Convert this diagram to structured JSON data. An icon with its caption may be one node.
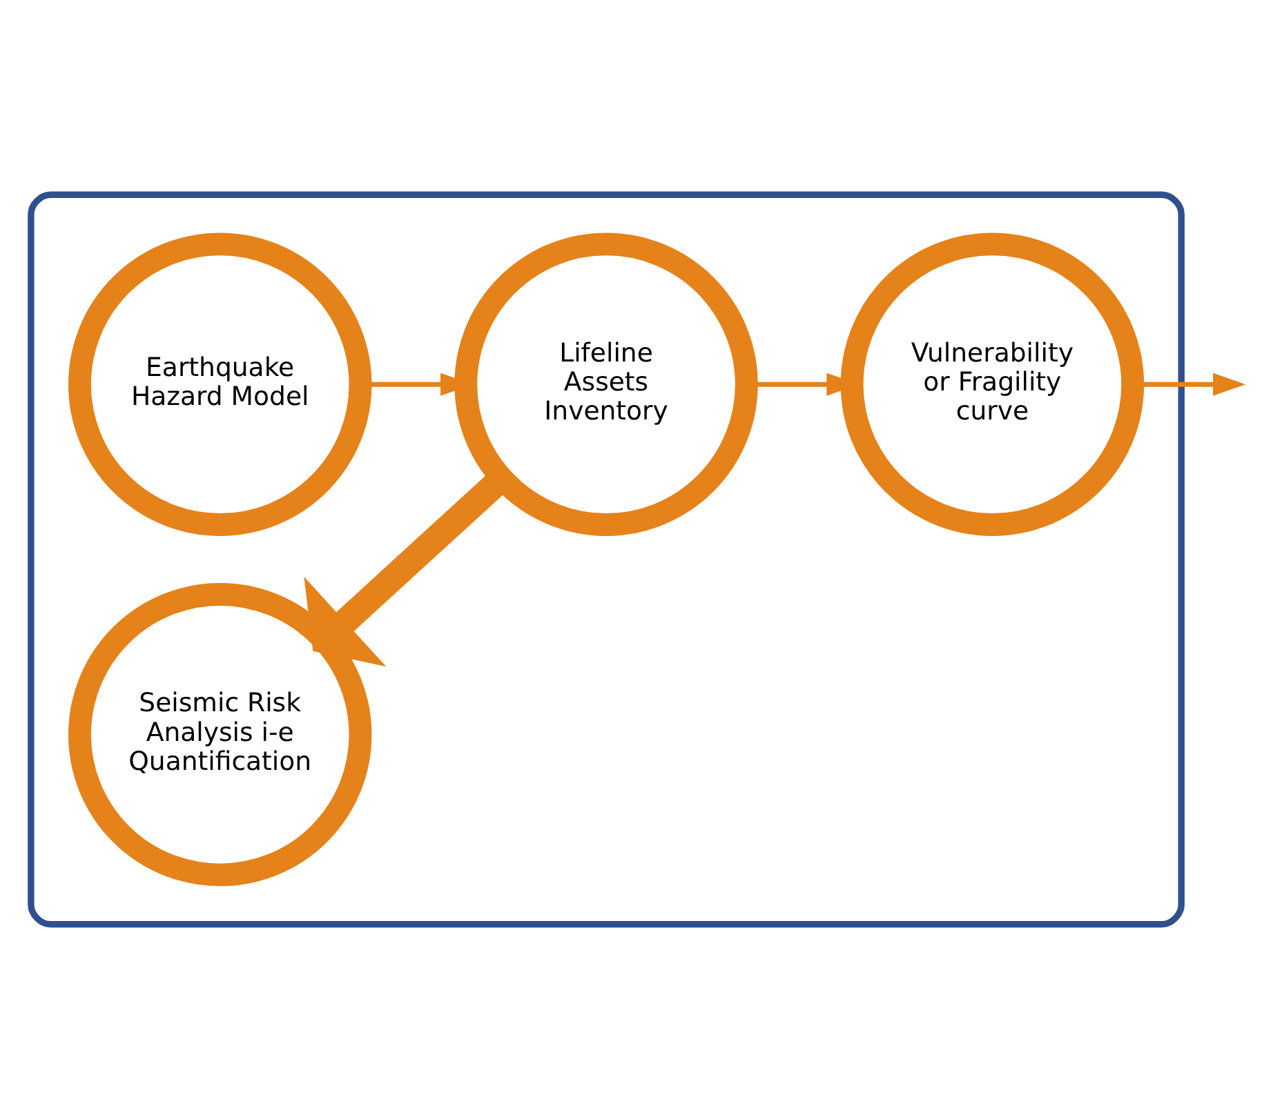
{
  "diagram": {
    "nodes": [
      {
        "text": [],
        "shape": "box"
      },
      {
        "text": [
          "Earthquake Hazard Model"
        ],
        "in": 0
      },
      {
        "text": [
          "Seismic Risk Analysis i-e Quantification"
        ],
        "in": 0
      },
      {
        "text": [
          "Lifeline Assets Inventory"
        ],
        "in": 0
      },
      {
        "text": [
          "Vulnerability or Fragility curve"
        ],
        "in": 0
      }
    ],
    "edges": [
      {
        "from": 1,
        "to": 3,
        "arrow": "to"
      },
      {
        "from": 3,
        "to": 4,
        "arrow": "to"
      },
      {
        "from": 3,
        "to": 2,
        "arrow": "to",
        "style": "thick"
      },
      {
        "from": 4,
        "to": null,
        "arrow": "to"
      }
    ]
  }
}
